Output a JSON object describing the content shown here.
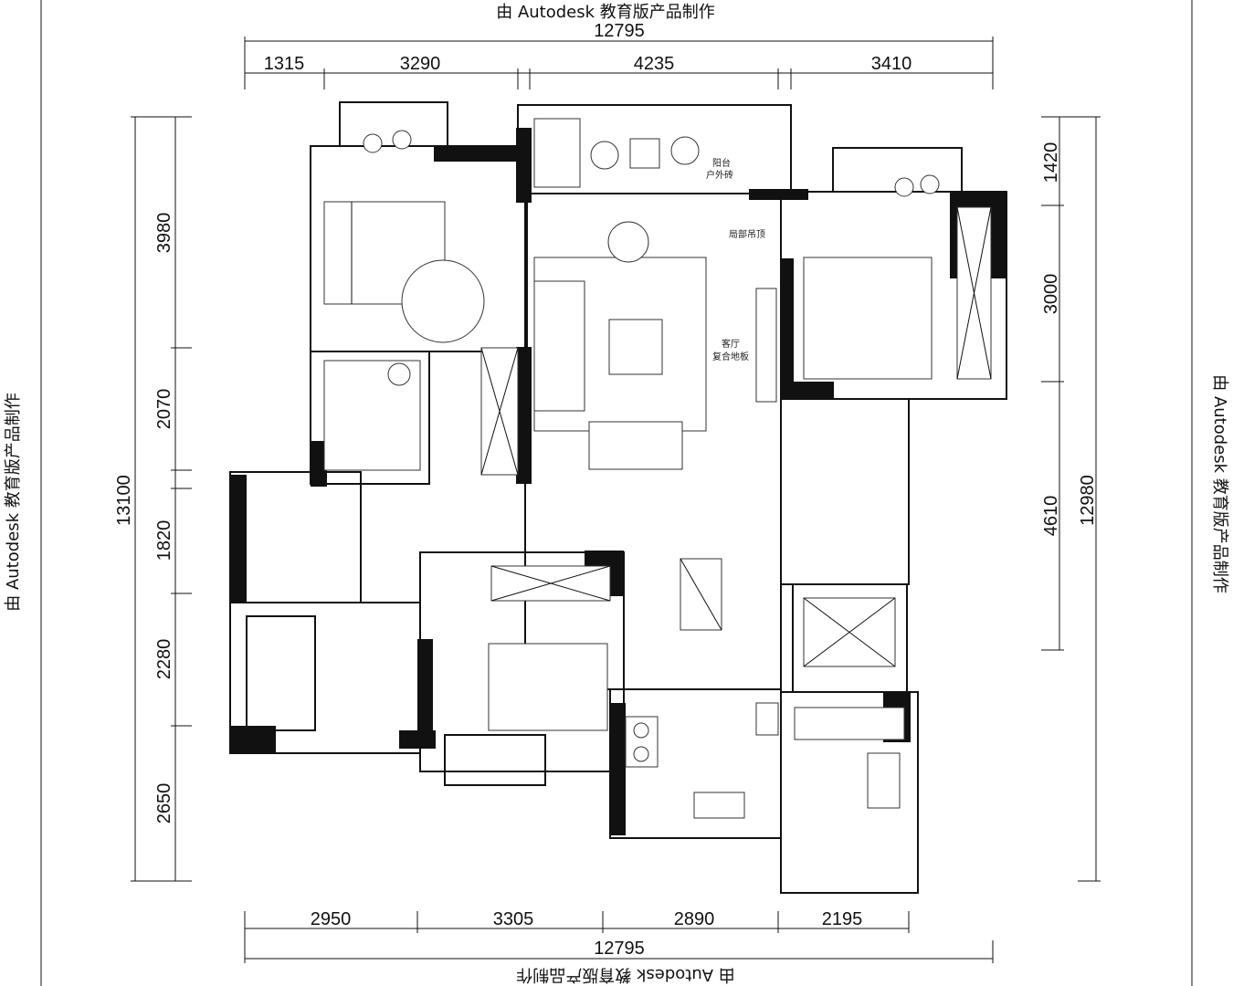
{
  "watermark": "由 Autodesk 教育版产品制作",
  "dims": {
    "top_total": "12795",
    "top": [
      "1315",
      "3290",
      "4235",
      "3410"
    ],
    "bottom_total": "12795",
    "bottom": [
      "2950",
      "3305",
      "2890",
      "2195"
    ],
    "left_total": "13100",
    "left": [
      "3980",
      "2070",
      "1820",
      "2280",
      "2650"
    ],
    "right_total": "12980",
    "right": [
      "1420",
      "3000",
      "4610"
    ]
  },
  "labels": {
    "balcony": [
      "阳台",
      "户外砖"
    ],
    "living": [
      "客厅",
      "复合地板"
    ],
    "ceiling": "局部吊顶"
  },
  "colors": {
    "line": "#111111",
    "wall_fill": "#111111",
    "background": "#ffffff"
  }
}
